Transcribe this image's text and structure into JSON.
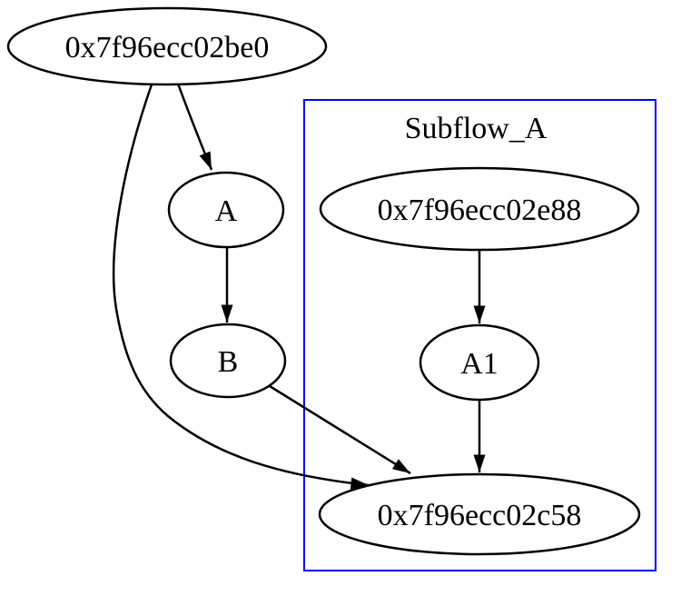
{
  "diagram": {
    "type": "directed-graph",
    "colors": {
      "background": "#ffffff",
      "node_fill": "#ffffff",
      "node_stroke": "#000000",
      "edge_stroke": "#000000",
      "text": "#000000",
      "cluster_border": "#0000ff"
    },
    "cluster": {
      "label": "Subflow_A",
      "members": [
        "0x7f96ecc02e88",
        "A1",
        "0x7f96ecc02c58"
      ]
    },
    "nodes": {
      "be0": {
        "label": "0x7f96ecc02be0"
      },
      "a": {
        "label": "A"
      },
      "b": {
        "label": "B"
      },
      "e88": {
        "label": "0x7f96ecc02e88"
      },
      "a1": {
        "label": "A1"
      },
      "c58": {
        "label": "0x7f96ecc02c58"
      }
    },
    "edges": [
      {
        "from": "0x7f96ecc02be0",
        "to": "A"
      },
      {
        "from": "0x7f96ecc02be0",
        "to": "0x7f96ecc02c58"
      },
      {
        "from": "A",
        "to": "B"
      },
      {
        "from": "B",
        "to": "0x7f96ecc02c58"
      },
      {
        "from": "0x7f96ecc02e88",
        "to": "A1"
      },
      {
        "from": "A1",
        "to": "0x7f96ecc02c58"
      }
    ]
  }
}
